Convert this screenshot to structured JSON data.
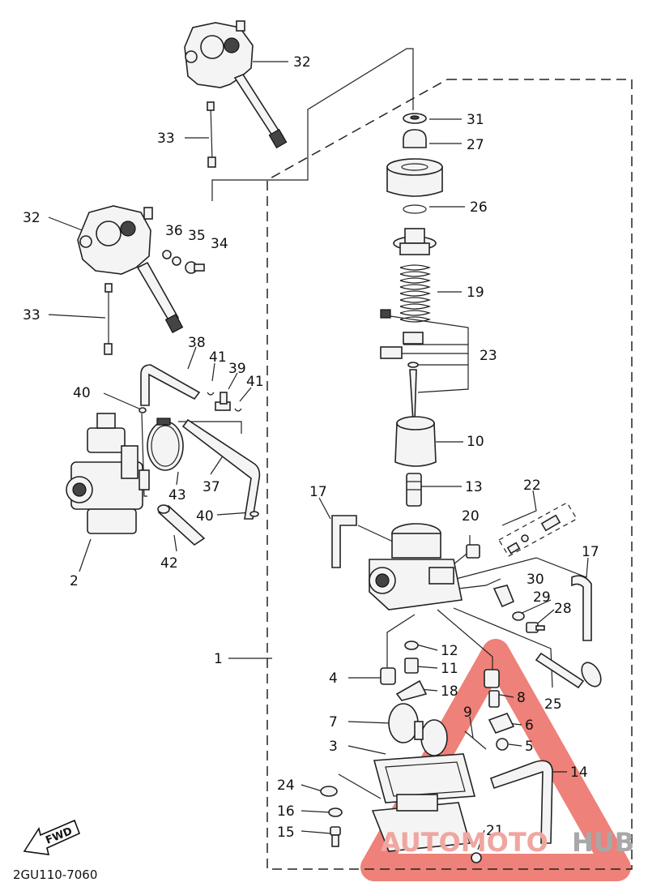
{
  "diagram": {
    "part_code": "2GU110-7060",
    "fwd_label": "FWD",
    "callouts": [
      {
        "id": "c32a",
        "text": "32"
      },
      {
        "id": "c33a",
        "text": "33"
      },
      {
        "id": "c31",
        "text": "31"
      },
      {
        "id": "c27",
        "text": "27"
      },
      {
        "id": "c26",
        "text": "26"
      },
      {
        "id": "c32b",
        "text": "32"
      },
      {
        "id": "c36",
        "text": "36"
      },
      {
        "id": "c35",
        "text": "35"
      },
      {
        "id": "c34",
        "text": "34"
      },
      {
        "id": "c19",
        "text": "19"
      },
      {
        "id": "c33b",
        "text": "33"
      },
      {
        "id": "c38",
        "text": "38"
      },
      {
        "id": "c41a",
        "text": "41"
      },
      {
        "id": "c39",
        "text": "39"
      },
      {
        "id": "c41b",
        "text": "41"
      },
      {
        "id": "c23",
        "text": "23"
      },
      {
        "id": "c40a",
        "text": "40"
      },
      {
        "id": "c10",
        "text": "10"
      },
      {
        "id": "c43",
        "text": "43"
      },
      {
        "id": "c37",
        "text": "37"
      },
      {
        "id": "c13",
        "text": "13"
      },
      {
        "id": "c17a",
        "text": "17"
      },
      {
        "id": "c22",
        "text": "22"
      },
      {
        "id": "c40b",
        "text": "40"
      },
      {
        "id": "c20",
        "text": "20"
      },
      {
        "id": "c17b",
        "text": "17"
      },
      {
        "id": "c42",
        "text": "42"
      },
      {
        "id": "c2",
        "text": "2"
      },
      {
        "id": "c30",
        "text": "30"
      },
      {
        "id": "c29",
        "text": "29"
      },
      {
        "id": "c28",
        "text": "28"
      },
      {
        "id": "c1",
        "text": "1"
      },
      {
        "id": "c12",
        "text": "12"
      },
      {
        "id": "c11",
        "text": "11"
      },
      {
        "id": "c4",
        "text": "4"
      },
      {
        "id": "c18",
        "text": "18"
      },
      {
        "id": "c8",
        "text": "8"
      },
      {
        "id": "c25",
        "text": "25"
      },
      {
        "id": "c9",
        "text": "9"
      },
      {
        "id": "c7",
        "text": "7"
      },
      {
        "id": "c6",
        "text": "6"
      },
      {
        "id": "c3",
        "text": "3"
      },
      {
        "id": "c5",
        "text": "5"
      },
      {
        "id": "c14",
        "text": "14"
      },
      {
        "id": "c24",
        "text": "24"
      },
      {
        "id": "c16",
        "text": "16"
      },
      {
        "id": "c15",
        "text": "15"
      },
      {
        "id": "c21",
        "text": "21"
      }
    ]
  },
  "watermark": {
    "part1": "AUTOMOTO",
    "part2": "HUB",
    "color_primary": "#f0a6a0",
    "color_secondary": "#a8a8a8"
  }
}
